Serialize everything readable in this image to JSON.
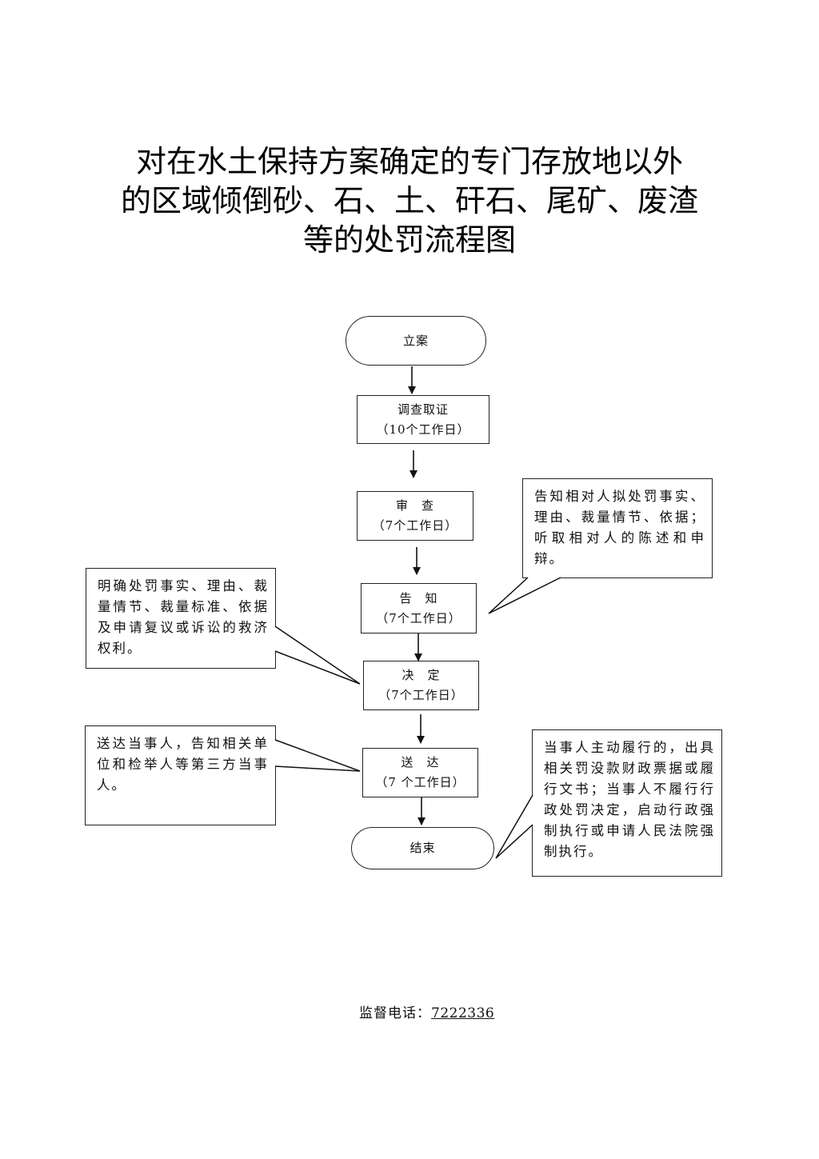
{
  "title": {
    "line1": "对在水土保持方案确定的专门存放地以外",
    "line2": "的区域倾倒砂、石、土、矸石、尾矿、废渣",
    "line3": "等的处罚流程图"
  },
  "flow": {
    "start": "立案",
    "investigate": {
      "label": "调查取证",
      "duration": "（10个工作日）"
    },
    "review": {
      "label": "审　查",
      "duration": "（7个工作日）"
    },
    "notify": {
      "label": "告　知",
      "duration": "（7个工作日）"
    },
    "decide": {
      "label": "决　定",
      "duration": "（7个工作日）"
    },
    "deliver": {
      "label": "送　达",
      "duration": "（7 个工作日）"
    },
    "end": "结束"
  },
  "notes": {
    "notify_right": "告知相对人拟处罚事实、理由、裁量情节、依据；听取相对人的陈述和申辩。",
    "decide_left": "明确处罚事实、理由、裁量情节、裁量标准、依据及申请复议或诉讼的救济权利。",
    "deliver_left": "送达当事人，告知相关单位和检举人等第三方当事人。",
    "end_right": "当事人主动履行的，出具相关罚没款财政票据或履行文书；当事人不履行行政处罚决定，启动行政强制执行或申请人民法院强制执行。"
  },
  "footer": {
    "hotline_label": "监督电话：",
    "hotline_number": "7222336"
  }
}
